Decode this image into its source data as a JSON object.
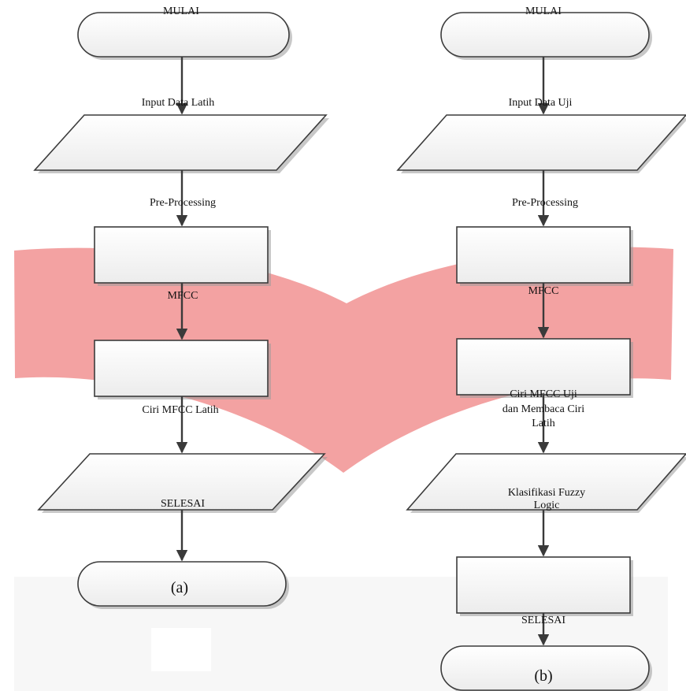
{
  "watermark": {
    "color": "#f29d9d",
    "description_icon": "open-book-watermark"
  },
  "flowchart_a": {
    "start": "MULAI",
    "input": "Input Data Latih",
    "preprocess": "Pre-Processing",
    "mfcc": "MFCC",
    "features": "Ciri MFCC Latih",
    "end": "SELESAI",
    "caption": "(a)"
  },
  "flowchart_b": {
    "start": "MULAI",
    "input": "Input Data Uji",
    "preprocess": "Pre-Processing",
    "mfcc": "MFCC",
    "features_line1": "Ciri MFCC Uji",
    "features_line2": "dan Membaca Ciri",
    "features_line3": "Latih",
    "classify_line1": "Klasifikasi Fuzzy",
    "classify_line2": "Logic",
    "end": "SELESAI",
    "caption": "(b)"
  }
}
